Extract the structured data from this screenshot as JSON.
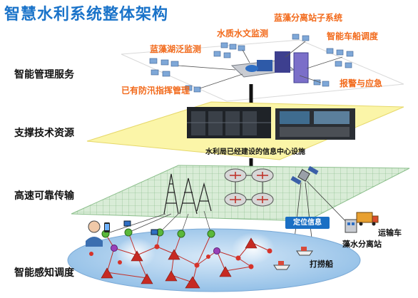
{
  "title": "智慧水利系统整体架构",
  "layers": {
    "management": "智能管理服务",
    "support": "支撑技术资源",
    "transmission": "高速可靠传输",
    "sensing": "智能感知调度"
  },
  "services": {
    "algae_bloom_monitoring": "蓝藻湖泛监测",
    "water_quality_monitoring": "水质水文监测",
    "algae_substation": "蓝藻分离站子系统",
    "vehicle_ship_dispatch": "智能车船调度",
    "flood_command": "已有防汛指挥管理",
    "alarm_emergency": "报警与应急"
  },
  "support_caption": "水利局已经建设的信息中心设施",
  "sensing": {
    "positioning_badge": "定位信息",
    "transport_truck": "运输车",
    "algae_water_station": "藻水分离站",
    "salvage_ship": "打捞船"
  },
  "colors": {
    "title_blue": "#1a73c9",
    "label_orange": "#f26a1b",
    "plane_yellow": "#fbf5a8",
    "ellipse_blue": "#a9cdee",
    "badge_blue": "#1a6fc4"
  }
}
